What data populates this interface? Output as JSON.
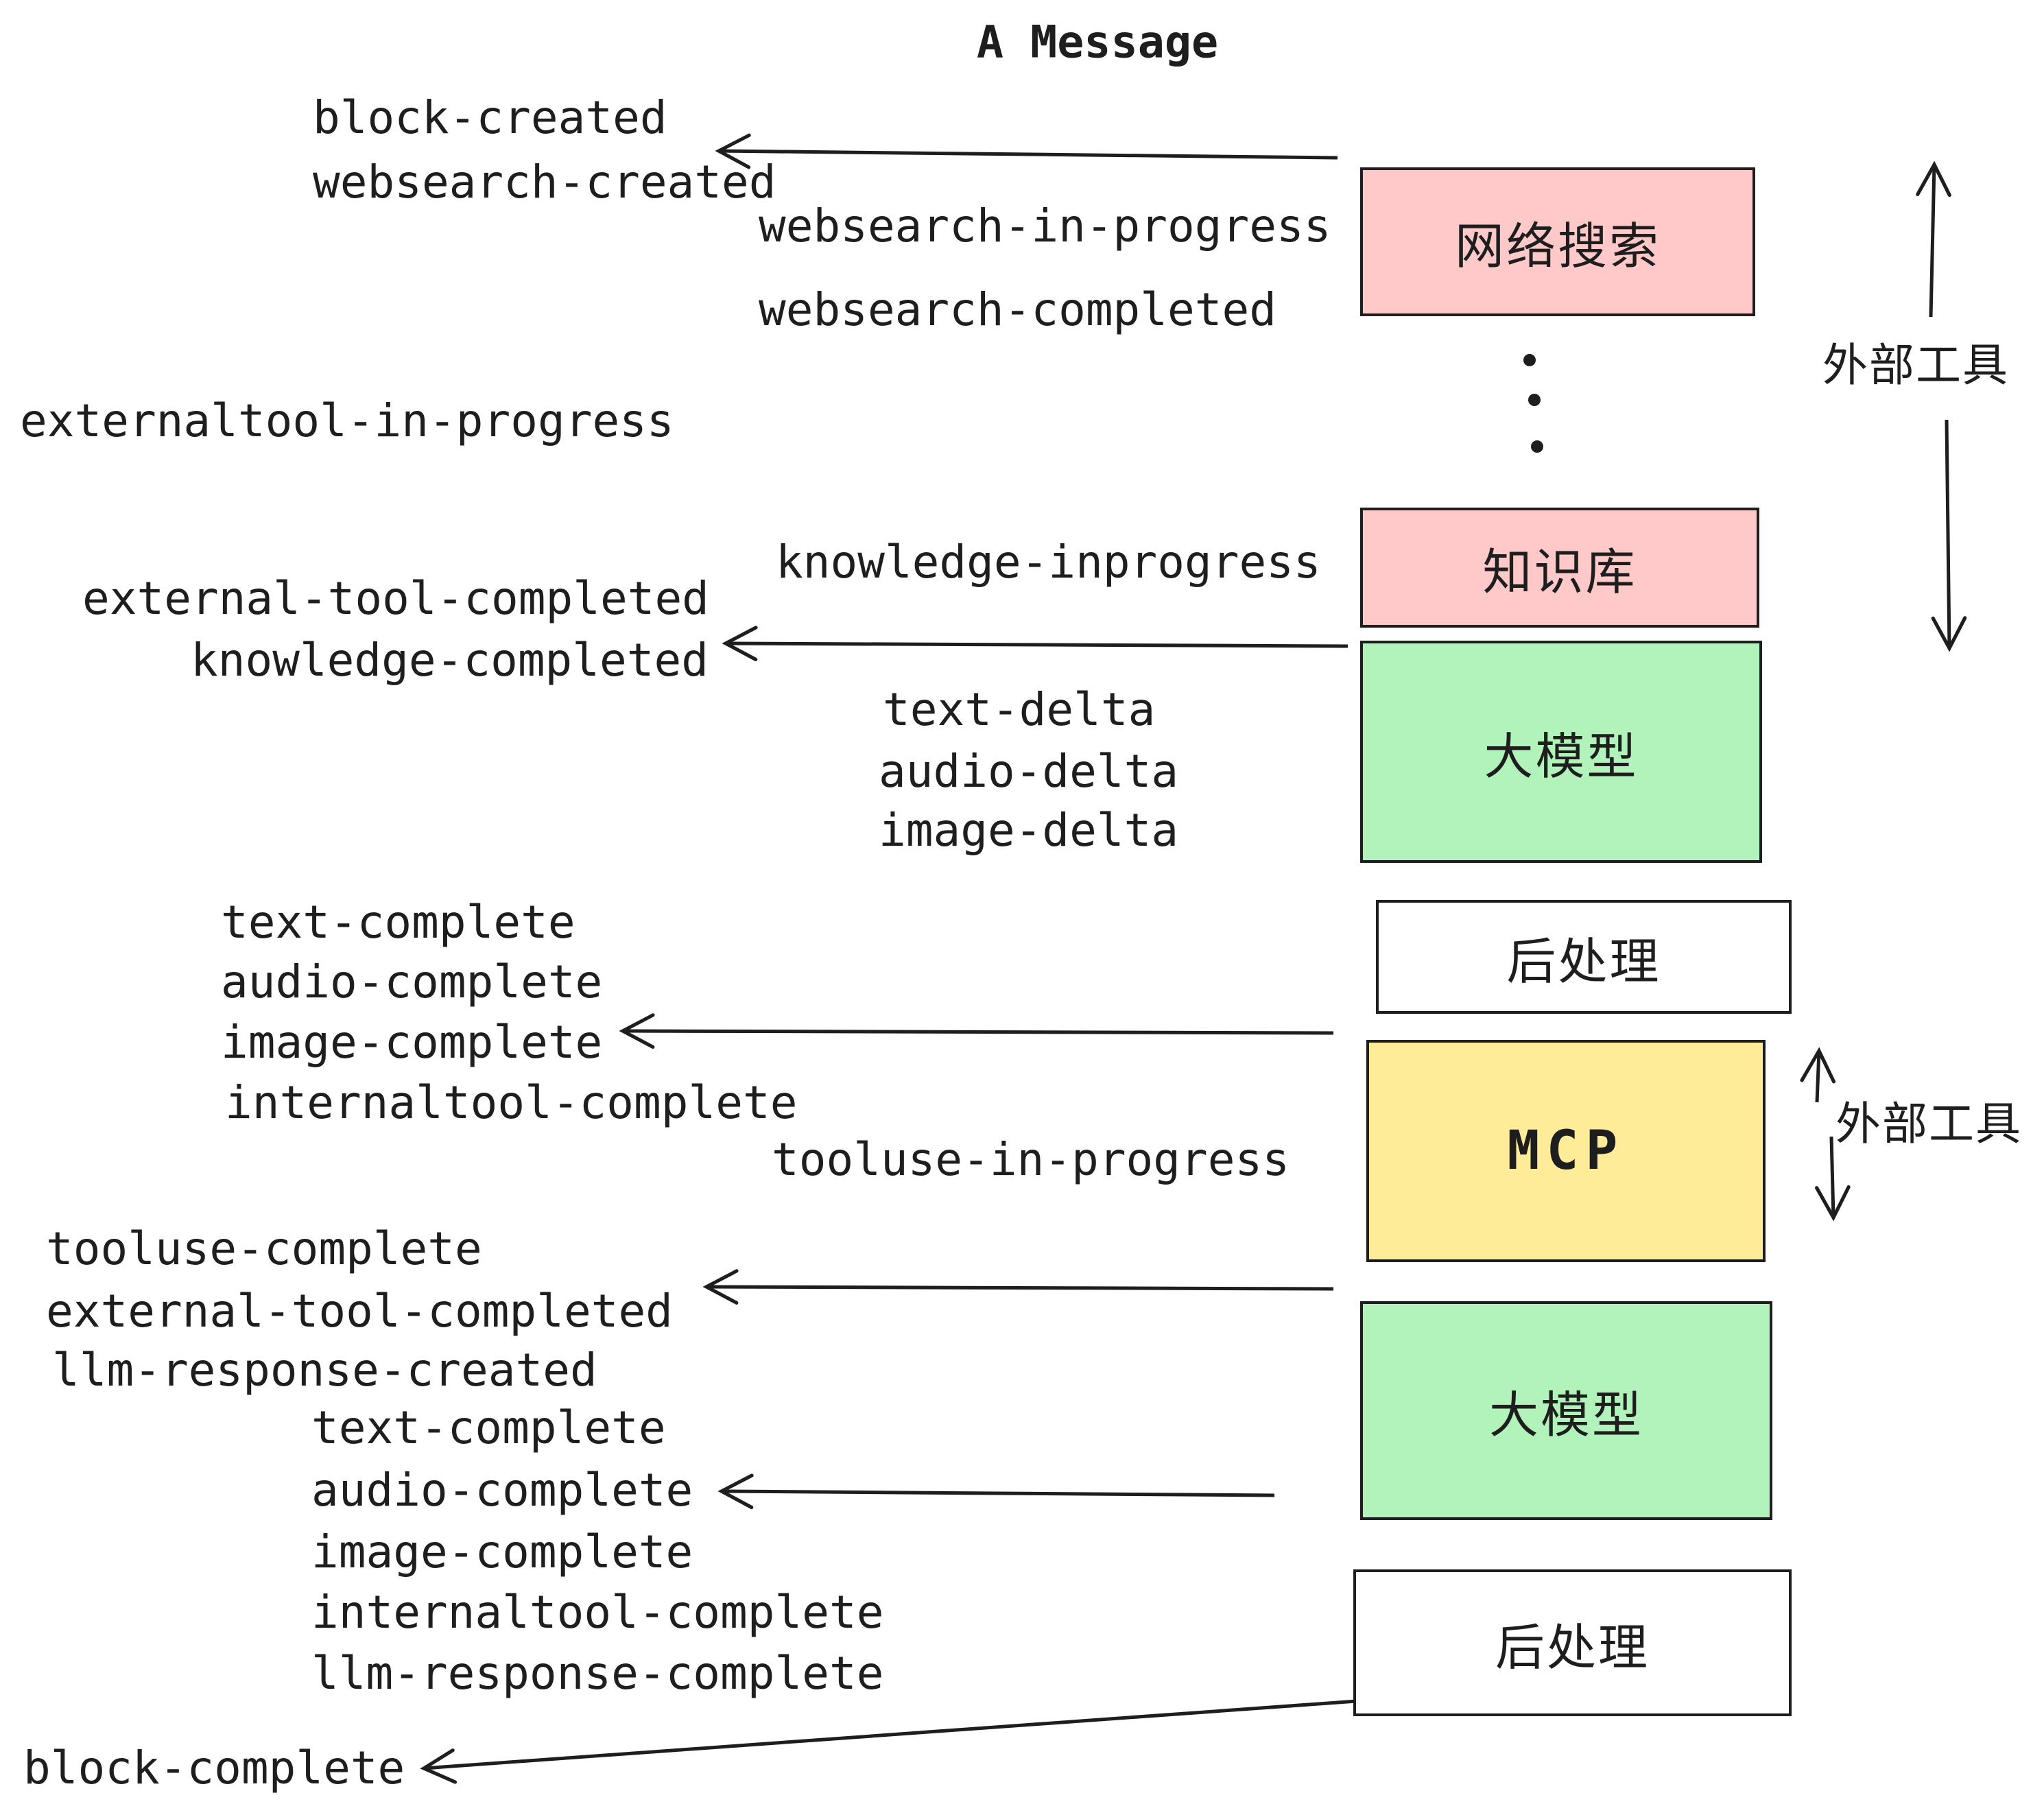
{
  "title": "A Message",
  "colors": {
    "stroke": "#1e1e1e",
    "pink": "#ffc9c9",
    "green": "#b2f2bb",
    "yellow": "#ffec99",
    "white": "#ffffff"
  },
  "boxes": [
    {
      "id": "websearch",
      "label": "网络搜索",
      "fill": "#ffc9c9"
    },
    {
      "id": "knowledge-base",
      "label": "知识库",
      "fill": "#ffc9c9"
    },
    {
      "id": "llm-1",
      "label": "大模型",
      "fill": "#b2f2bb"
    },
    {
      "id": "post-process-1",
      "label": "后处理",
      "fill": "#ffffff"
    },
    {
      "id": "mcp",
      "label": "MCP",
      "fill": "#ffec99"
    },
    {
      "id": "llm-2",
      "label": "大模型",
      "fill": "#b2f2bb"
    },
    {
      "id": "post-process-2",
      "label": "后处理",
      "fill": "#ffffff"
    }
  ],
  "side_labels": [
    {
      "id": "external-tools-1",
      "text": "外部工具"
    },
    {
      "id": "external-tools-2",
      "text": "外部工具"
    }
  ],
  "events": [
    {
      "id": "block-created",
      "text": "block-created"
    },
    {
      "id": "websearch-created",
      "text": "websearch-created"
    },
    {
      "id": "websearch-in-progress",
      "text": "websearch-in-progress"
    },
    {
      "id": "websearch-completed",
      "text": "websearch-completed"
    },
    {
      "id": "externaltool-in-progress",
      "text": "externaltool-in-progress"
    },
    {
      "id": "knowledge-inprogress",
      "text": "knowledge-inprogress"
    },
    {
      "id": "external-tool-completed-1",
      "text": "external-tool-completed"
    },
    {
      "id": "knowledge-completed",
      "text": "knowledge-completed"
    },
    {
      "id": "text-delta-1",
      "text": "text-delta"
    },
    {
      "id": "audio-delta-1",
      "text": "audio-delta"
    },
    {
      "id": "image-delta-1",
      "text": "image-delta"
    },
    {
      "id": "text-complete-1",
      "text": "text-complete"
    },
    {
      "id": "audio-complete-1",
      "text": "audio-complete"
    },
    {
      "id": "image-complete-1",
      "text": "image-complete"
    },
    {
      "id": "internaltool-complete-1",
      "text": "internaltool-complete"
    },
    {
      "id": "tooluse-in-progress",
      "text": "tooluse-in-progress"
    },
    {
      "id": "tooluse-complete",
      "text": "tooluse-complete"
    },
    {
      "id": "external-tool-completed-2",
      "text": "external-tool-completed"
    },
    {
      "id": "llm-response-created",
      "text": "llm-response-created"
    },
    {
      "id": "text-complete-2",
      "text": "text-complete"
    },
    {
      "id": "audio-complete-2",
      "text": "audio-complete"
    },
    {
      "id": "image-complete-2",
      "text": "image-complete"
    },
    {
      "id": "internaltool-complete-2",
      "text": "internaltool-complete"
    },
    {
      "id": "llm-response-complete",
      "text": "llm-response-complete"
    },
    {
      "id": "block-complete",
      "text": "block-complete"
    }
  ]
}
